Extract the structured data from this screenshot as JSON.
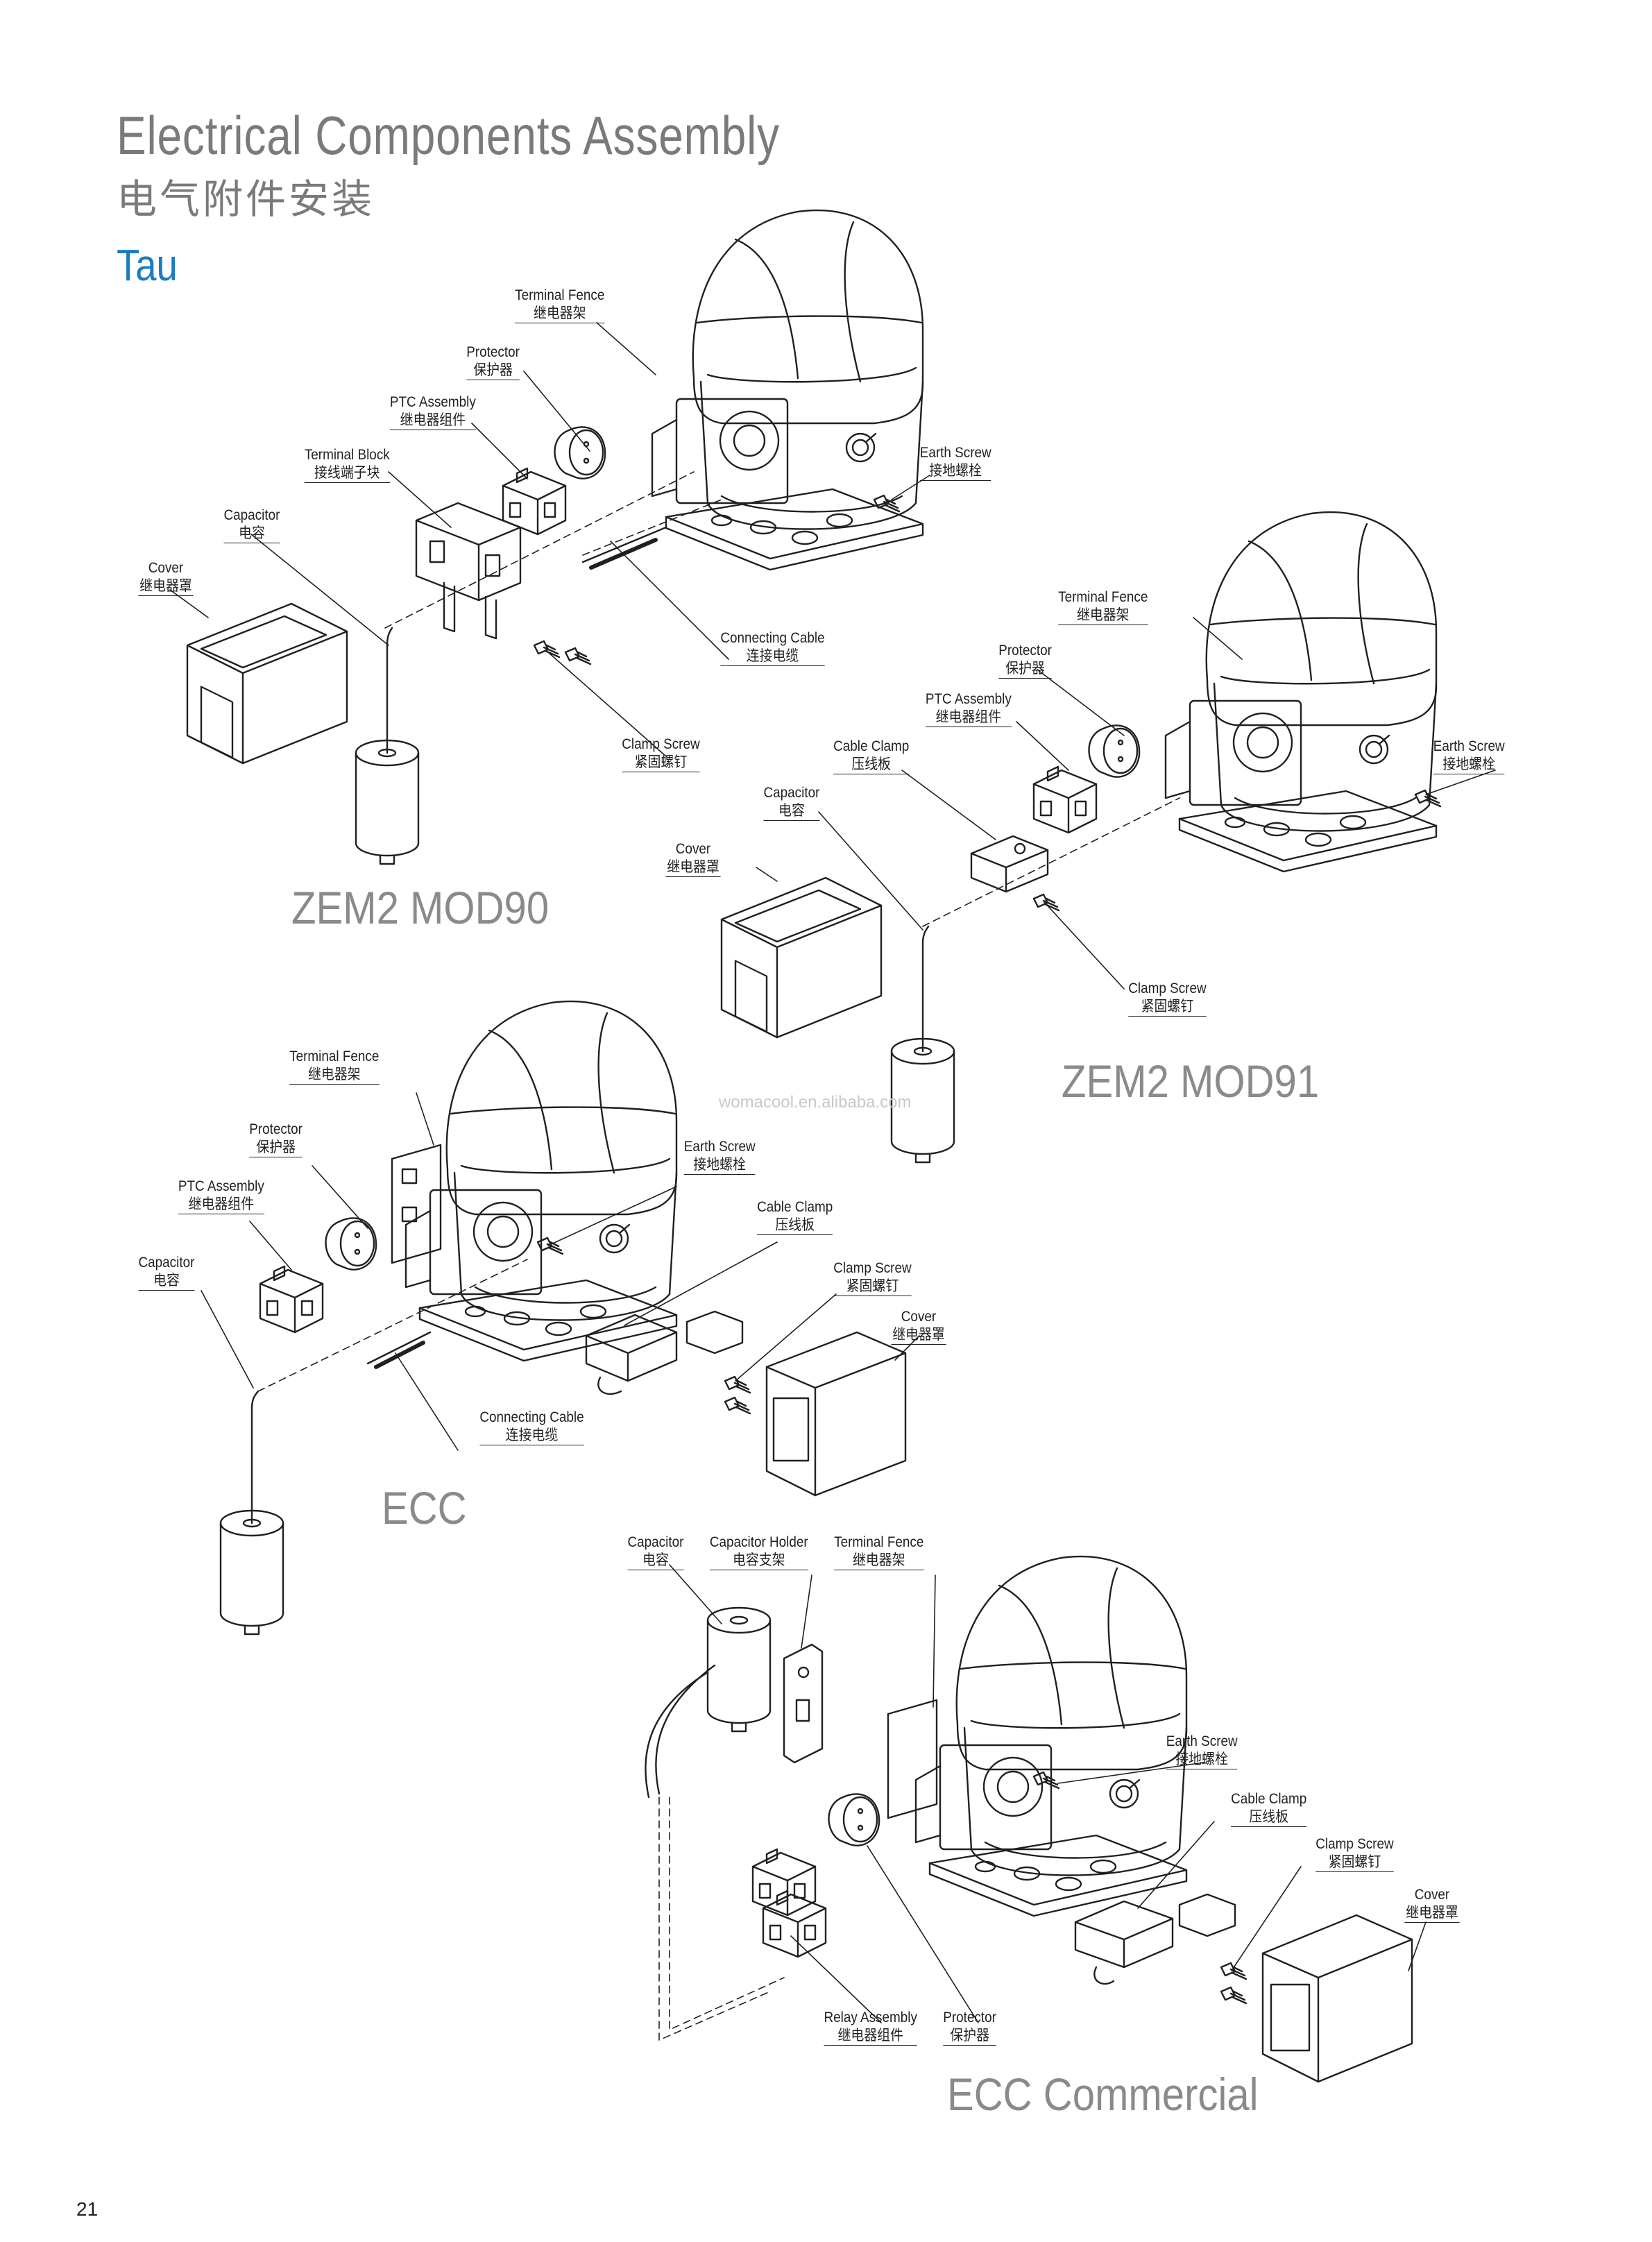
{
  "header": {
    "title_en": "Electrical Components Assembly",
    "title_zh": "电气附件安装",
    "series": "Tau"
  },
  "panels": {
    "zem2_mod90": {
      "model": "ZEM2 MOD90",
      "labels": {
        "terminal_fence": [
          "Terminal Fence",
          "继电器架"
        ],
        "protector": [
          "Protector",
          "保护器"
        ],
        "ptc_assembly": [
          "PTC Assembly",
          "继电器组件"
        ],
        "terminal_block": [
          "Terminal Block",
          "接线端子块"
        ],
        "capacitor": [
          "Capacitor",
          "电容"
        ],
        "cover": [
          "Cover",
          "继电器罩"
        ],
        "earth_screw": [
          "Earth Screw",
          "接地螺栓"
        ],
        "connecting_cable": [
          "Connecting Cable",
          "连接电缆"
        ],
        "clamp_screw": [
          "Clamp Screw",
          "紧固螺钉"
        ]
      }
    },
    "zem2_mod91": {
      "model": "ZEM2 MOD91",
      "labels": {
        "terminal_fence": [
          "Terminal Fence",
          "继电器架"
        ],
        "protector": [
          "Protector",
          "保护器"
        ],
        "ptc_assembly": [
          "PTC Assembly",
          "继电器组件"
        ],
        "cable_clamp": [
          "Cable Clamp",
          "压线板"
        ],
        "capacitor": [
          "Capacitor",
          "电容"
        ],
        "cover": [
          "Cover",
          "继电器罩"
        ],
        "earth_screw": [
          "Earth Screw",
          "接地螺栓"
        ],
        "clamp_screw": [
          "Clamp Screw",
          "紧固螺钉"
        ]
      }
    },
    "ecc": {
      "model": "ECC",
      "labels": {
        "terminal_fence": [
          "Terminal Fence",
          "继电器架"
        ],
        "protector": [
          "Protector",
          "保护器"
        ],
        "ptc_assembly": [
          "PTC Assembly",
          "继电器组件"
        ],
        "capacitor": [
          "Capacitor",
          "电容"
        ],
        "earth_screw": [
          "Earth Screw",
          "接地螺栓"
        ],
        "cable_clamp": [
          "Cable Clamp",
          "压线板"
        ],
        "clamp_screw": [
          "Clamp Screw",
          "紧固螺钉"
        ],
        "cover": [
          "Cover",
          "继电器罩"
        ],
        "connecting_cable": [
          "Connecting Cable",
          "连接电缆"
        ]
      }
    },
    "ecc_commercial": {
      "model": "ECC Commercial",
      "labels": {
        "capacitor": [
          "Capacitor",
          "电容"
        ],
        "capacitor_holder": [
          "Capacitor Holder",
          "电容支架"
        ],
        "terminal_fence": [
          "Terminal Fence",
          "继电器架"
        ],
        "earth_screw": [
          "Earth Screw",
          "接地螺栓"
        ],
        "cable_clamp": [
          "Cable Clamp",
          "压线板"
        ],
        "clamp_screw": [
          "Clamp Screw",
          "紧固螺钉"
        ],
        "cover": [
          "Cover",
          "继电器罩"
        ],
        "relay_assembly": [
          "Relay Assembly",
          "继电器组件"
        ],
        "protector": [
          "Protector",
          "保护器"
        ]
      }
    }
  },
  "watermark": "womacool.en.alibaba.com",
  "page_number": "21"
}
